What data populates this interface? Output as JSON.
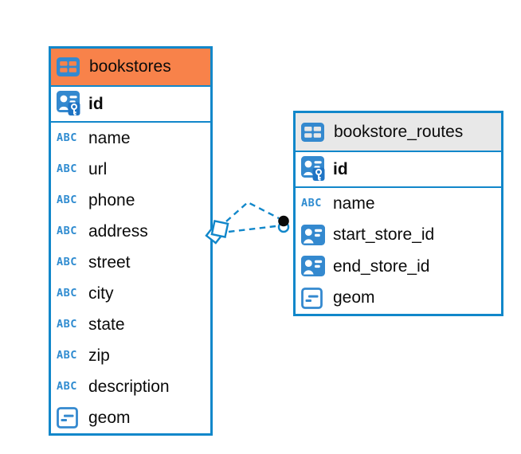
{
  "diagram": {
    "colors": {
      "table_border": "#1187ca",
      "selected_header_bg": "#f8824a",
      "header_bg": "#e8e8e8",
      "icon_blue": "#3489cf",
      "key_badge_blue": "#1f74c4",
      "connector_blue": "#1187ca",
      "connector_dot": "#0a0a0a"
    },
    "connector": {
      "type": "foreign-key-relationship",
      "style": "dashed",
      "from_table": "bookstore_routes",
      "to_table": "bookstores"
    },
    "tables": [
      {
        "name": "bookstores",
        "selected": true,
        "columns": [
          {
            "name": "id",
            "type": "primary-key"
          },
          {
            "name": "name",
            "type": "text"
          },
          {
            "name": "url",
            "type": "text"
          },
          {
            "name": "phone",
            "type": "text"
          },
          {
            "name": "address",
            "type": "text"
          },
          {
            "name": "street",
            "type": "text"
          },
          {
            "name": "city",
            "type": "text"
          },
          {
            "name": "state",
            "type": "text"
          },
          {
            "name": "zip",
            "type": "text"
          },
          {
            "name": "description",
            "type": "text"
          },
          {
            "name": "geom",
            "type": "geometry"
          }
        ]
      },
      {
        "name": "bookstore_routes",
        "selected": false,
        "columns": [
          {
            "name": "id",
            "type": "primary-key"
          },
          {
            "name": "name",
            "type": "text"
          },
          {
            "name": "start_store_id",
            "type": "foreign-key"
          },
          {
            "name": "end_store_id",
            "type": "foreign-key"
          },
          {
            "name": "geom",
            "type": "geometry"
          }
        ]
      }
    ]
  }
}
